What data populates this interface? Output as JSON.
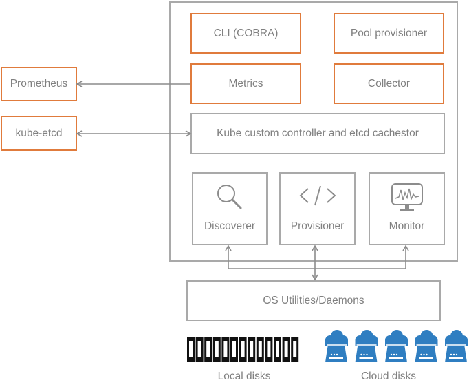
{
  "nodes": {
    "cli": "CLI (COBRA)",
    "pool_provisioner": "Pool provisioner",
    "metrics": "Metrics",
    "collector": "Collector",
    "kube_controller": "Kube custom controller and etcd cachestor",
    "prometheus": "Prometheus",
    "kube_etcd": "kube-etcd",
    "discoverer": "Discoverer",
    "provisioner": "Provisioner",
    "monitor": "Monitor",
    "os_utilities": "OS Utilities/Daemons"
  },
  "captions": {
    "local_disks": "Local disks",
    "cloud_disks": "Cloud disks"
  },
  "icons": {
    "discoverer": "magnifier-icon",
    "provisioner": "code-brackets-icon",
    "monitor": "monitor-screen-icon",
    "local_disks": "disk-drive-icon",
    "cloud_disks": "cloud-server-icon"
  },
  "colors": {
    "orange_border": "#e07b3c",
    "gray_border": "#a9a9a9",
    "cloud_blue": "#2f7ec1",
    "text": "#808080"
  }
}
